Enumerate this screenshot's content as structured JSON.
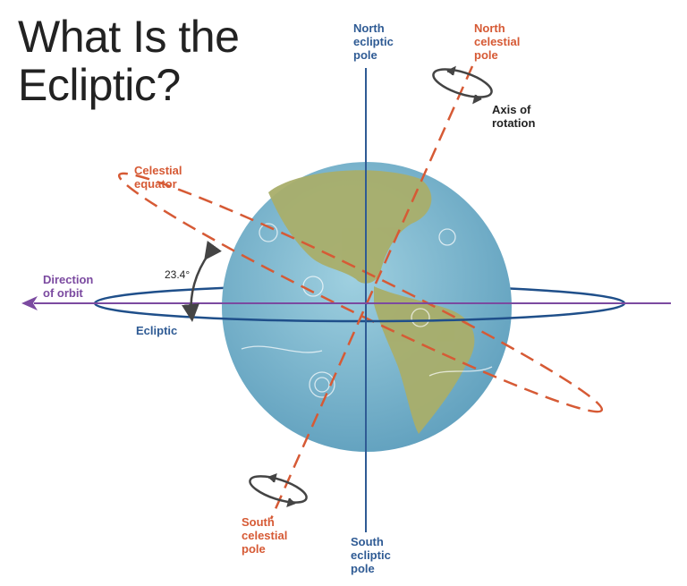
{
  "title": {
    "line1": "What Is the",
    "line2": "Ecliptic?"
  },
  "labels": {
    "north_ecliptic_pole": [
      "North",
      "ecliptic",
      "pole"
    ],
    "north_celestial_pole": [
      "North",
      "celestial",
      "pole"
    ],
    "axis_of_rotation": [
      "Axis of",
      "rotation"
    ],
    "celestial_equator": [
      "Celestial",
      "equator"
    ],
    "direction_of_orbit": [
      "Direction",
      "of orbit"
    ],
    "tilt_angle": "23.4°",
    "ecliptic": "Ecliptic",
    "south_celestial_pole": [
      "South",
      "celestial",
      "pole"
    ],
    "south_ecliptic_pole": [
      "South",
      "ecliptic",
      "pole"
    ]
  },
  "colors": {
    "ecliptic": "#1f4f8a",
    "celestial": "#d65a35",
    "orbit": "#7b4aa0",
    "ocean": "#7fb8cf",
    "land": "#a9ae6a",
    "arrow": "#444444"
  }
}
